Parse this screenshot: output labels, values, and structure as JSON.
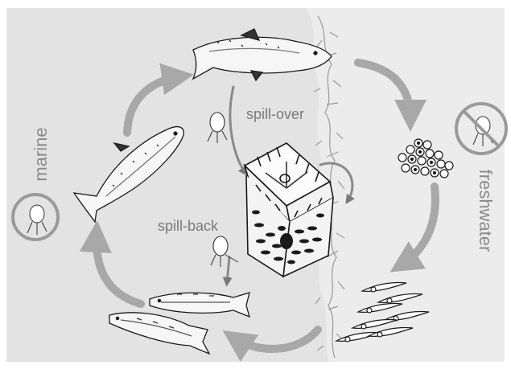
{
  "labels": {
    "marine": "marine",
    "freshwater": "freshwater",
    "spill_over": "spill-over",
    "spill_back": "spill-back"
  },
  "colors": {
    "marine_bg": "#e3e3e3",
    "freshwater_bg": "#ececec",
    "arrow": "#a8a8a8",
    "label": "#8a8a8a",
    "ink": "#1a1a1a"
  },
  "icons": {
    "marine_symbol": "sea-louse-circle-icon",
    "freshwater_symbol": "no-sea-louse-icon",
    "net_pen": "salmon-net-pen-icon"
  }
}
